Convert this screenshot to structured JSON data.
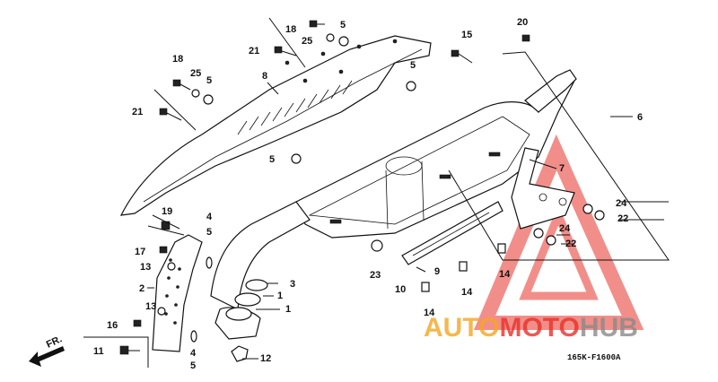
{
  "callouts": {
    "c1a": "1",
    "c1b": "1",
    "c2": "2",
    "c3": "3",
    "c4a": "4",
    "c4b": "4",
    "c5a": "5",
    "c5b": "5",
    "c5c": "5",
    "c5d": "5",
    "c5e": "5",
    "c5f": "5",
    "c6": "6",
    "c7": "7",
    "c8": "8",
    "c9": "9",
    "c10": "10",
    "c11": "11",
    "c12": "12",
    "c13a": "13",
    "c13b": "13",
    "c14a": "14",
    "c14b": "14",
    "c14c": "14",
    "c15": "15",
    "c16": "16",
    "c17": "17",
    "c18a": "18",
    "c18b": "18",
    "c19": "19",
    "c20": "20",
    "c21a": "21",
    "c21b": "21",
    "c22a": "22",
    "c22b": "22",
    "c23": "23",
    "c24a": "24",
    "c24b": "24",
    "c25a": "25",
    "c25b": "25"
  },
  "direction_label": "FR.",
  "diagram_code": "165K-F1600A",
  "watermark": {
    "auto": "AUTO",
    "moto": "MOTO",
    "hub": "HUB"
  },
  "colors": {
    "watermark_orange": "#f5a623",
    "watermark_red": "#e8322a",
    "watermark_gray": "#8a8a8a",
    "line": "#111111"
  }
}
